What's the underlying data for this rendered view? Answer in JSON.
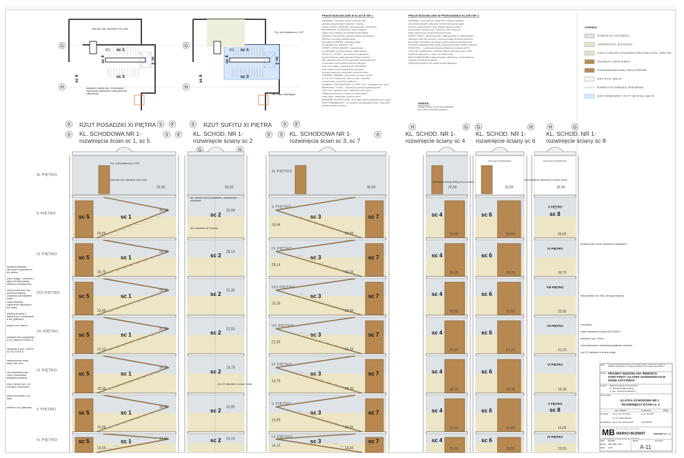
{
  "drawing": {
    "plans": [
      {
        "title": "RZUT POSADZKI XI PIĘTRA",
        "labels": [
          "K1",
          "sc 1",
          "sc 2",
          "sc 3",
          "sc 4",
          "sc 6"
        ],
        "callouts": [
          "drzwi lakr. stal. malowane w kol. buku",
          "posadzka z lastrico lakr. i na schodach: czyszczenie (zalifowanie i zabezpieczenie odtworzenie)"
        ]
      },
      {
        "title": "RZUT SUFITU XI PIĘTRA",
        "labels": [
          "K1",
          "sc 1",
          "sc 2",
          "sc 3",
          "sc 4",
          "sc 6"
        ],
        "callouts": [
          "Proj. sufit podwieszony z GKF",
          "istn. klapa oddymiająca"
        ]
      }
    ],
    "axes": [
      "G",
      "H",
      "8",
      "9",
      "9'"
    ],
    "sections": [
      {
        "title_1": "KL. SCHODOWA NR 1-",
        "title_2": "rozwinięcia ścian sc 1, sc 5",
        "walls": [
          "sc 5",
          "sc 1"
        ],
        "axes": [
          "8",
          "9",
          "9'"
        ]
      },
      {
        "title_1": "KL. SCHOD. NR 1-",
        "title_2": "rozwinięcie ściany sc 2",
        "walls": [
          "sc 2"
        ],
        "axes": [
          "G",
          "H"
        ]
      },
      {
        "title_1": "KL. SCHODOWA NR 1-",
        "title_2": "rozwinięcia ścian sc 3, sc 7",
        "walls": [
          "sc 3",
          "sc 7"
        ],
        "axes": [
          "9'",
          "9",
          "8"
        ]
      },
      {
        "title_1": "KL. SCHOD. NR 1-",
        "title_2": "rozwinięcie ściany sc 4",
        "walls": [
          "sc 4"
        ],
        "axes": [
          "H",
          "G"
        ]
      },
      {
        "title_1": "KL. SCHOD. NR 1-",
        "title_2": "rozwinięcie ściany sc 6",
        "walls": [
          "sc 6"
        ],
        "axes": [
          "G",
          "H"
        ],
        "top_room": "MASZYNOWNIA"
      },
      {
        "title_1": "KL. SCHOD. NR 1-",
        "title_2": "rozwinięcie ściany sc 8",
        "walls": [
          "sc 8"
        ],
        "axes": [
          "H",
          "G"
        ],
        "top_room": "MASZYNOWNIA"
      }
    ],
    "floors": [
      "XI PIĘTRO",
      "X PIĘTRO",
      "IX PIĘTRO",
      "VIII PIĘTRO",
      "VII PIĘTRO",
      "VI PIĘTRO",
      "V PIĘTRO",
      "IV PIĘTRO"
    ],
    "levels_floor": [
      "32,50",
      "29,55",
      "26,75",
      "23,95",
      "21,15",
      "18,35",
      "15,55"
    ],
    "levels_landing": [
      "30,94",
      "28,14",
      "25,35",
      "22,55",
      "19,75",
      "16,95",
      "14,15"
    ],
    "callouts_left": [
      "Proj. sufit podwieszony z GKF",
      "drzwi lakr. stal. malowane w kol. buku",
      "istn. obróbki rury do posadzenia - zabezpieczyć i pozostawić",
      "istn. zabudowa na 2 lamelky",
      "wymiana parapetów okiennych na granitowe w kol. lastrico",
      "punkt dostępu - obłożenie z płyty mdf okleinowanej okleiną pcv imitacja buku",
      "listwy bukowe szer. 5cm, kończąca lamperię (malowana, jak okładzina drzwi)",
      "kratka wentylacji odtworzenie malowana w kol. ściany",
      "pokrywa schodów z lamperią pcv i pomalowane w kol. grafitowym",
      "poręcz w kol. lastrico",
      "istniejące okna uzupełnienie w kol. lastrico NCS 0502-R",
      "balustrada w wys. 100cm w kol. NCS 1002-R",
      "zabezpieczenie listwa dnam. szer. 5cm",
      "cokół systemowy wys. 10cm z wbudowaną wykładziną winylową",
      "cokół z lastrico istn. i na schodach: czyszczenie",
      "poręcz drewniana w kol. buku",
      "bielenie w kol. grafitowym"
    ],
    "callouts_right": [
      "likwidacja instalacji elektrycznej na ścianie",
      "rury hydrantowe malowane w kolorze ściany",
      "wymiana okien i drzwi (drzwiami na zawiasach)",
      "listwy bukowe szer. 5cm, kończąca lamperię",
      "nowe piętro",
      "ściany malowane w kolorze NCS 0502-R",
      "lamperia w wys. 100cm",
      "cokół systemowy z wbudowaną wykładziną winylową",
      "rury CO malowane w kolorze ściany"
    ]
  },
  "notes": {
    "col1_header": "PRACE BUDOWLANE W KLATCE NR 1:",
    "col1_lines": [
      "POSADZKA - spoczniki, schody, cokół wys. 8cm,",
      "parapety nad grzejnikami wykonane z lastrico",
      "(należy oczyścić, zeszlifować, zaimpregnować i polerować).",
      "BALUSTRADA - oczyszczenie z farby istniejącej,",
      "zdjęcie stół. pochwytu, pomalowanie farbą ftalową",
      "grafitową, zamontowanie nowego pochwytu drewnianego",
      "(pełnego na końcach każdego biegu.",
      "POLICZKI SCHODÓW - wykonanie gładzi i",
      "pomalowanie kol. grafitowym mat.",
      "STROPY i SPODY BIEGÓW - zagruntowanie",
      "po naprawach, wypoziomowanie - gładź gipsowa",
      "ŚCIANY KL. SCHOD. - gruntowanie po naprawach,",
      "wypoziomowanie - gładź gipsowa. Ściany zmywalne,",
      "farb. zabrudzeń meb. CO na poziomach międzypiętrowych",
      "od wewnątrz ścian lamperię ściennie malowane,",
      "sufity w kol. białym, lamperia w kol. NCS 0502-R.",
      "Tynk z płytki montaż bezpośrednio na ścianie.",
      "Lamperia wykonana z płyty HDF, wysokość 110cm.",
      "PARAPETY OKIENNE - wymienione na nowe z granitu",
      "gr. 2cm w kol. lastrico istn. 30cm gr. 15cm. Naprawy",
      "po demontażu i ponownym osadzeniu.",
      "ELEMENTY STALOWE (RURY CO, RURY CO) - malowanie w kol. ścian.",
      "DRZWI STAL. w scholl. - okuwtonomie skrajnie wykładziną PCV",
      "w kol. buku, wewnątrz drzwi - malowanie w kol. ściany.",
      "Okładzina wokół drzwi - z płyty mdf, okleinowana.",
      "Kratki, klapy i nawiewniki w kolorze ściany.",
      "PRZEWODY ELEKTRYCZNE - na XI piętrze tylko malowanie w kol. ściany.",
      "SUFIT PODWIESZONY - na XI piętrze nad całą klatką schod. z płyty GKF,",
      "obrobienie klapy dymowej."
    ],
    "col2_header": "PRACE BUDOWLANE W PRZEDSIONKU KLATKI NR 1:",
    "col2_lines": [
      "POSADZKA - demontaż istn. płytek PCV, podłucie miejscami",
      "zniszczonej posadzki, wykonanie wylewki samopoziomującej,",
      "ułożenie nowej posadzki z PCV (imitacja klepki po środku i",
      "ramka wokół z jasnego PCV). Cokół wys. 10cm listwy do",
      "ściany, wykończony od góry listwą aluminiową.",
      "ŚCIANY I SUFIT - wypoziomowanie - gładź gipsowa, po zagruntowaniu,",
      "malowanie farbą wg. rysunków. Listwa odcinająca lamperię identyczna,",
      "jak na klatce schodowej. Na piętrach, gdzie występuje zacinający kraj,",
      "przeciwnej (malowanej) lilak między wykonaniem ściany (zliczać z lilakiem).",
      "DRZWI STAL. - z pełną obrotowością okładzinowe wykładziną PCV",
      "w kol. buku. Kwiczki drzwi - obrotowe stalowe malowane w kol. ściany.",
      "Okładzina wokół drzwi - z płyty mdf, okleinowana.",
      "RURA HYDRANTOWA, kratka wentylacji odtworzenie i korytko kablowe",
      "malowane w kolorystyce ściany.",
      "ZABUDOWA płytą GK na I piętrze korytek kablowych."
    ],
    "remark_header": "UWAGA:",
    "remark_lines": [
      "OŚWIETLENIE KLATKI SCHODOWEJ",
      "WG. PROJ. ELEKTRYCZNEGO"
    ]
  },
  "legend": {
    "title": "LEGENDA:",
    "items": [
      {
        "label": "ŚCIANA W KOL. NCS S0502-R",
        "color": "#dde3e6",
        "kind": "fill"
      },
      {
        "label": "LAMPERIA W KOL. NCS S1002-R",
        "color": "#ece5c6",
        "kind": "fill"
      },
      {
        "label": "COKÓŁ I PODŁOGA Z WYKŁADZINY WINYLOWEJ W KOL. JASNY BEŻ",
        "color": "#e9e2c8",
        "kind": "fill"
      },
      {
        "label": "OKLEINA PCV, IMITACJA BUKU",
        "color": "#b98a52",
        "kind": "fill"
      },
      {
        "label": "WYKŁADZINA WINYLOWA, IMITACJA DREWNA",
        "color": "#b48a5a",
        "kind": "fill"
      },
      {
        "label": "SUFIT W KOL. BIAŁYM",
        "color": "#f6f6ee",
        "kind": "fill"
      },
      {
        "label": "ELEMENTY DO LIKWIDACJI, WYBURZENIA",
        "color": "#5b8fd9",
        "kind": "dashed"
      },
      {
        "label": "SUFIT PODWIESZONY Z PŁYTY GKF W KOL. BIAŁYM",
        "color": "#8fb8ee",
        "kind": "hatched"
      }
    ]
  },
  "title_block": {
    "stage_label": "Faza:",
    "stage": "OPRACOWANIE DOKUMENTACJI PROJEKTOWEJ - KOSZTORYSOWEJ NA REMONT KORYTARZY I KLATEK SCHODOWYCH W DOMU ASYSTENTA",
    "project_label": "Projekt:",
    "project": "PROJEKT BUDOWLANY REMONTU KORYTARZY I KLATEK SCHODOWYCH W DOMU ASYSTENTA",
    "investor_label": "Inwestor:",
    "investor": [
      "Wojskowa Akademia Techniczna",
      "im. Jarosława Dąbrowskiego",
      "ul. Gen. Sylwestra Kaliskiego 2"
    ],
    "sheet_label": "Tytuł rysunku:",
    "sheet_title": [
      "KLATKA SCHODOWA NR 1",
      "- ROZWINIĘCIA ŚCIAN cz. 2"
    ],
    "roles": [
      {
        "role": "Projektant:",
        "name": "mgr inż. arch. M.Iżewski",
        "licence": "Nr upr. MA-KZ/27"
      },
      {
        "role": "",
        "name": "inż. arch. Jakub Zgrabska",
        "licence": ""
      },
      {
        "role": "Sprawdzający:",
        "name": "mgr inż. arch. Daria Śmielak",
        "licence": "Nr MA/32/2014"
      }
    ],
    "col_headers": [
      "Imię i nazwisko",
      "Nr uprawnień",
      "Podpis"
    ],
    "company_logo": "MB",
    "company_name": "MARKO-BUDMAT",
    "company_suffix": "MODUPRINT Sp. z o.o.",
    "company_sub": "B I U R O   P R O J E K T O W E",
    "company_address": "01-476 Warszawa, ul. Lazurowa 12/5, tel. 22 663 66 94",
    "date_label": "Data",
    "date": "08.2015",
    "branch_label": "Branża",
    "branch": "PBU, BUD., NRK",
    "scale_label": "Skala",
    "scale": "1:100",
    "number_label": "Nr rysunku",
    "number": "A-11"
  }
}
